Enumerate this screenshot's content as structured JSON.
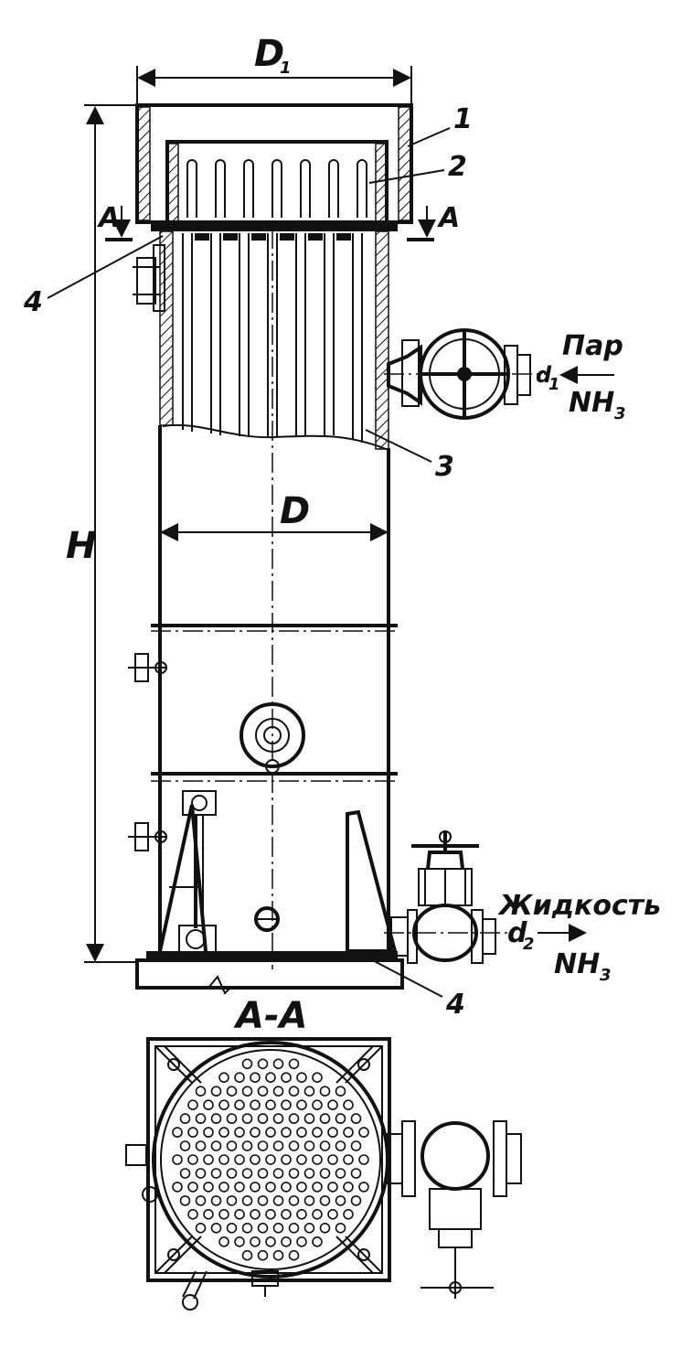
{
  "labels": {
    "d1_dim": "D",
    "d1_dim_sub": "1",
    "d_dim": "D",
    "h_dim": "H",
    "section_a_left": "A",
    "section_a_right": "A",
    "section_title": "A-A",
    "item_1": "1",
    "item_2": "2",
    "item_3": "3",
    "item_4_left": "4",
    "item_4_bottom": "4"
  },
  "ports": {
    "vapor_label": "Пар",
    "vapor_medium": "NH",
    "vapor_medium_sub": "3",
    "vapor_port": "d",
    "vapor_port_sub": "1",
    "liquid_label": "Жидкость",
    "liquid_medium": "NH",
    "liquid_medium_sub": "3",
    "liquid_port": "d",
    "liquid_port_sub": "2"
  },
  "colors": {
    "line": "#111111",
    "background": "#ffffff"
  }
}
